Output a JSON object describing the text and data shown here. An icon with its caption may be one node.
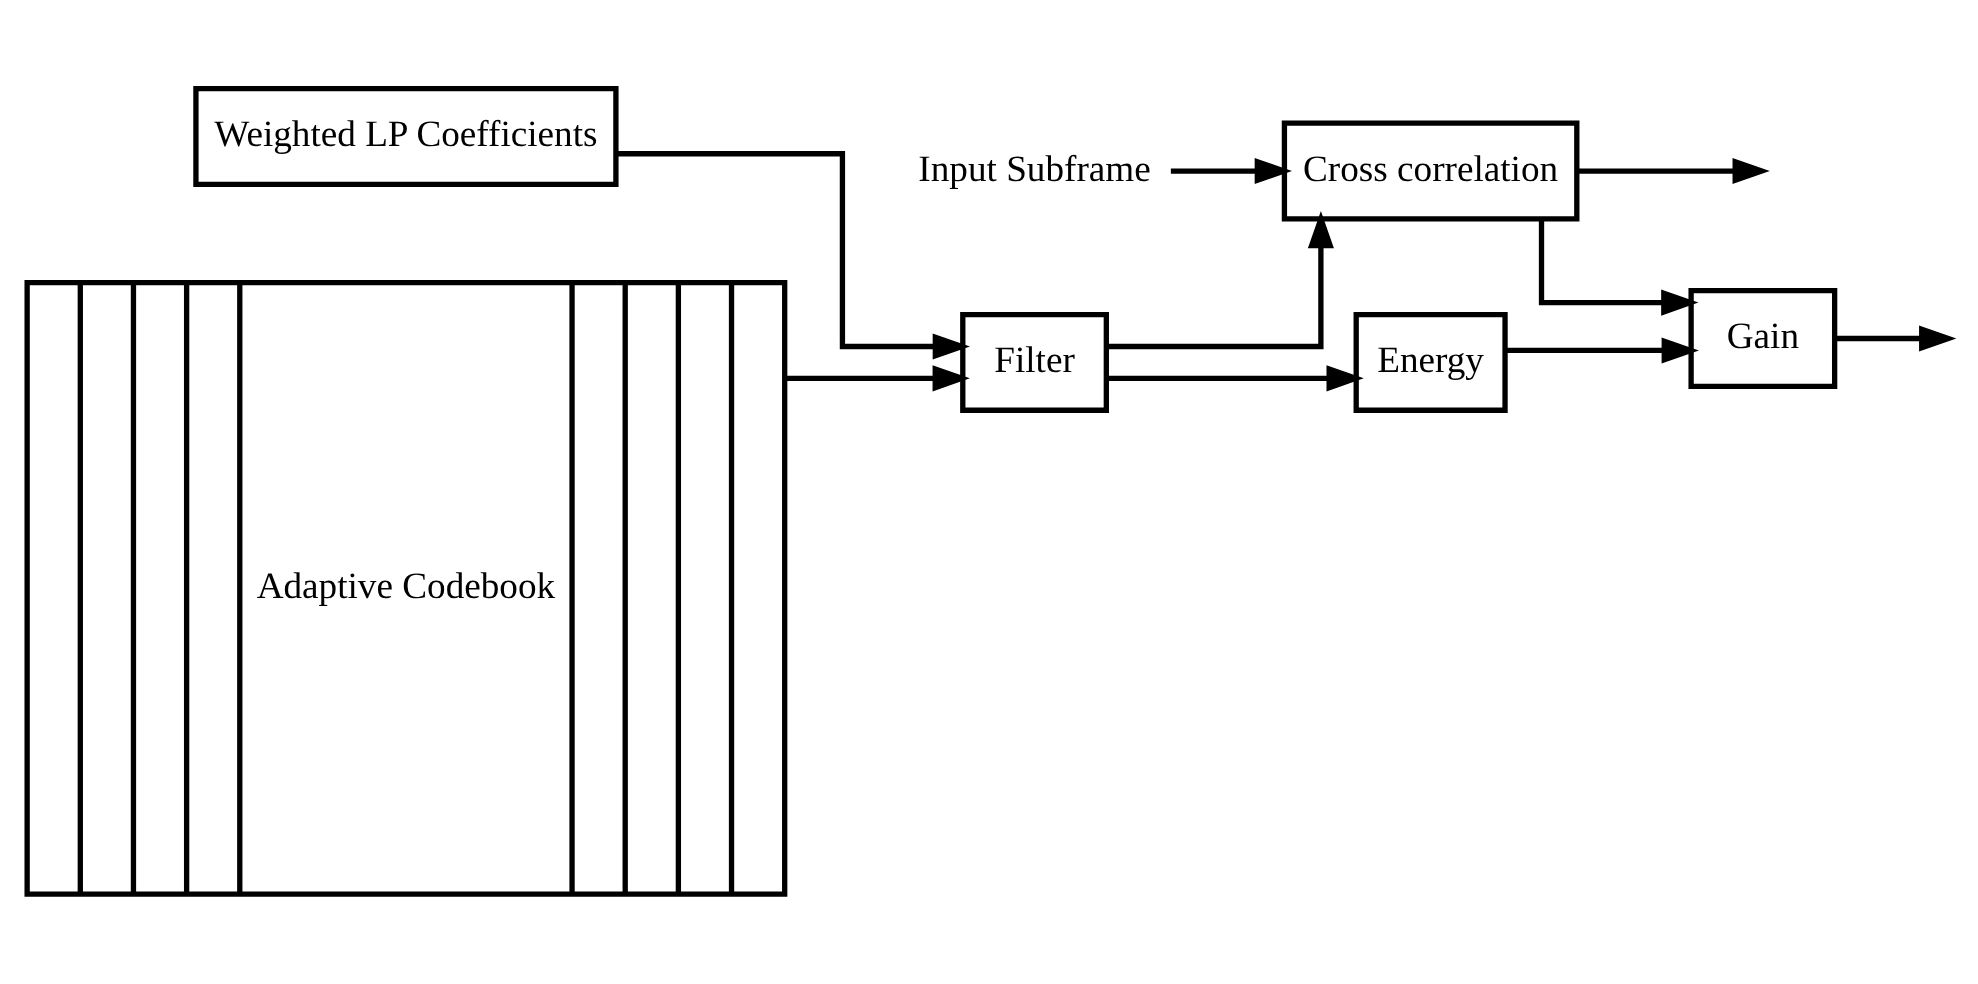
{
  "diagram": {
    "nodes": [
      {
        "text": [
          "Weighted LP Coefficients"
        ]
      },
      {
        "text": [
          "Input Subframe"
        ]
      },
      {
        "text": [
          "Adaptive Codebook"
        ]
      },
      {
        "text": [
          "Filter"
        ]
      },
      {
        "text": [
          "Cross correlation"
        ]
      },
      {
        "text": [
          "Gain"
        ]
      },
      {
        "text": [
          "Energy"
        ]
      }
    ],
    "edges": [
      {
        "from": 0,
        "to": 3,
        "arrow": "to"
      },
      {
        "from": 1,
        "to": 4,
        "arrow": "to"
      },
      {
        "from": 2,
        "to": 3,
        "arrow": "to"
      },
      {
        "from": 3,
        "to": 4,
        "arrow": "to"
      },
      {
        "from": 3,
        "to": 6,
        "arrow": "to"
      },
      {
        "from": 4,
        "to": 5,
        "arrow": "to"
      },
      {
        "from": 6,
        "to": 5,
        "arrow": "to"
      },
      {
        "from": 4,
        "to": null,
        "arrow": "to"
      },
      {
        "from": 5,
        "to": null,
        "arrow": "to"
      }
    ]
  }
}
